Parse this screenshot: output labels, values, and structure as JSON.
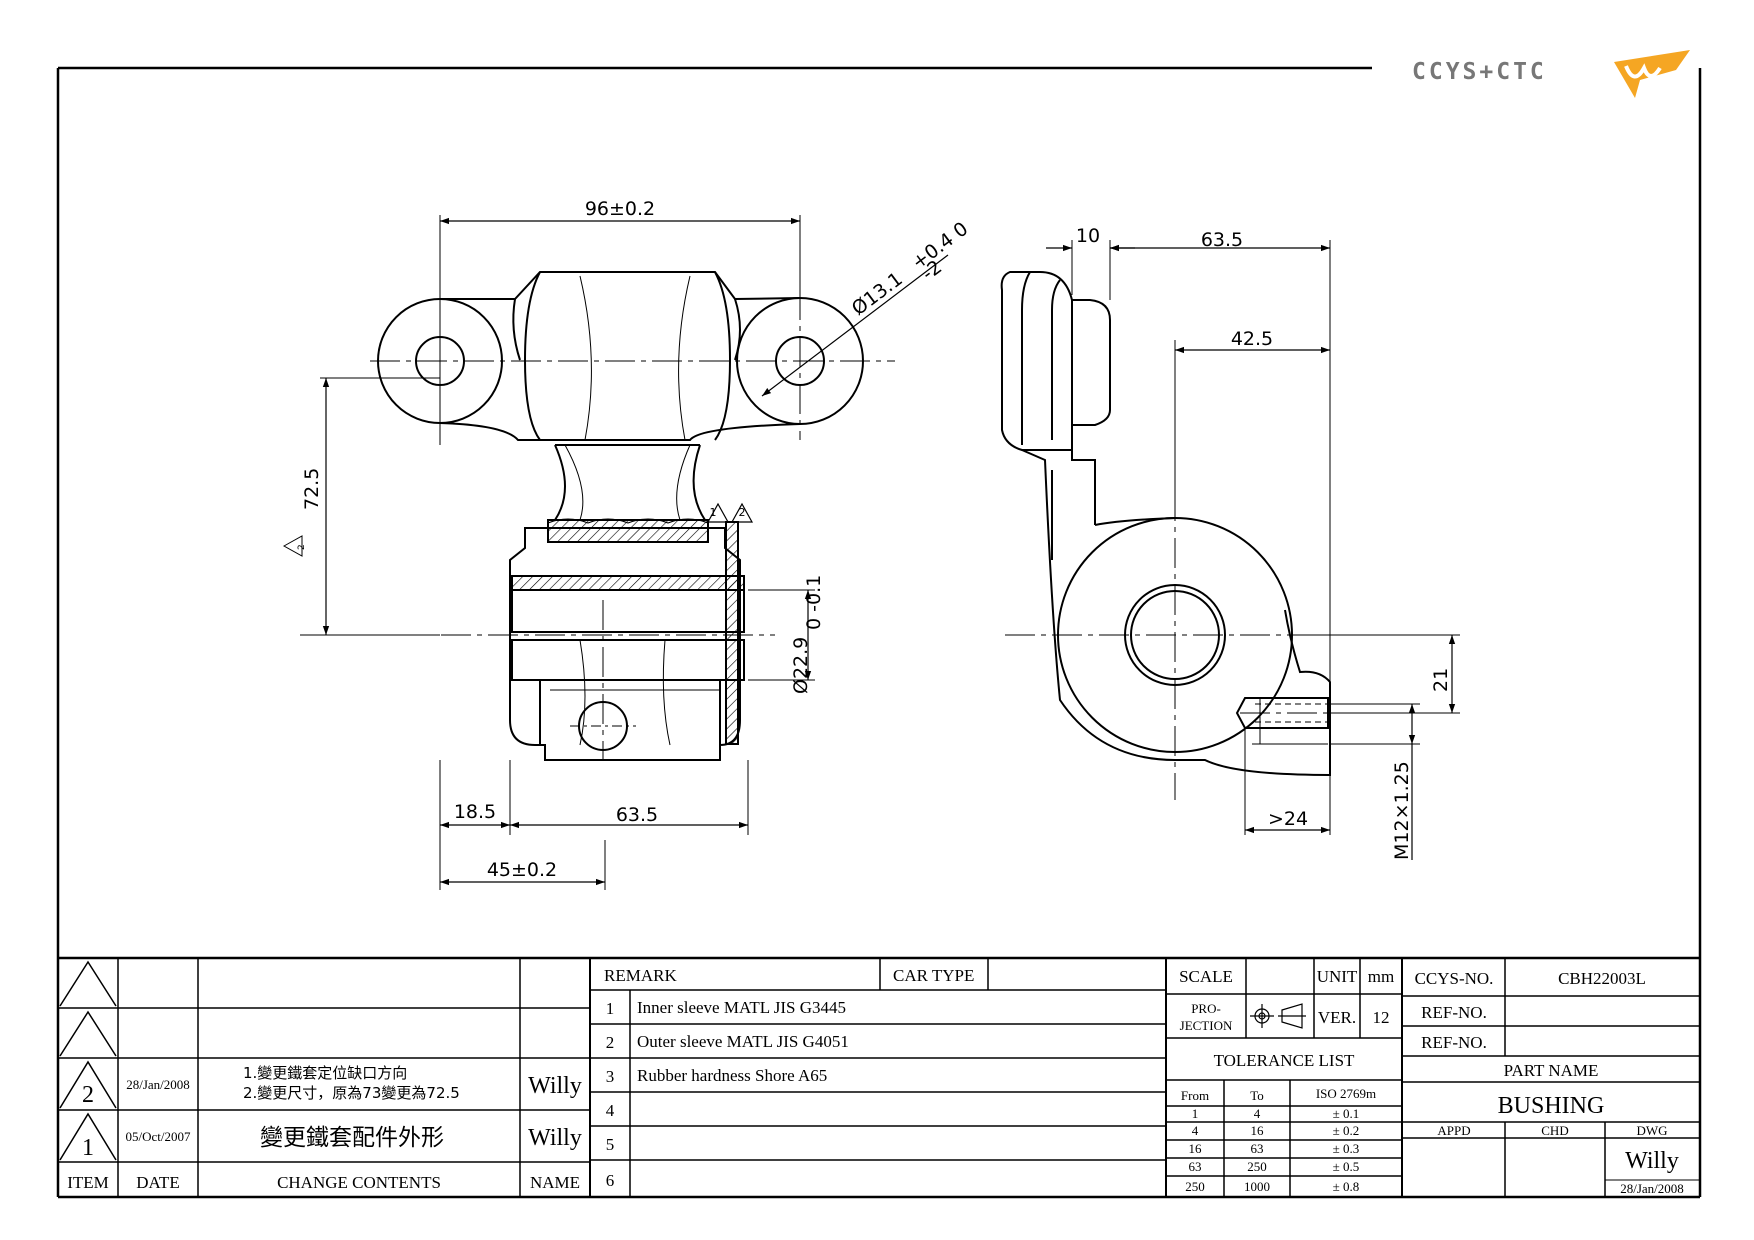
{
  "logo": {
    "text": "CCYS+CTC",
    "accent": "#f5a623"
  },
  "dims": {
    "d_96": "96±0.2",
    "d_hole": "Ø13.1",
    "d_hole_tol": "+0.4 0",
    "d_hole_qty": "-2",
    "d_72_5": "72.5",
    "d_72_5_rev": "2",
    "d_22_9": "Ø22.9",
    "d_22_9_tol": "0 -0.1",
    "d_18_5": "18.5",
    "d_63_5_front": "63.5",
    "d_45": "45±0.2",
    "d_10": "10",
    "d_63_5_side": "63.5",
    "d_42_5": "42.5",
    "d_21": "21",
    "d_24": ">24",
    "d_m12": "M12×1.25",
    "rev_marks": [
      "1",
      "2"
    ]
  },
  "revisions": {
    "headers": {
      "item": "ITEM",
      "date": "DATE",
      "contents": "CHANGE CONTENTS",
      "name": "NAME"
    },
    "rows": [
      {
        "item": "",
        "date": "",
        "contents": "",
        "name": ""
      },
      {
        "item": "",
        "date": "",
        "contents": "",
        "name": ""
      },
      {
        "item": "2",
        "date": "28/Jan/2008",
        "line1": "1.變更鐵套定位缺口方向",
        "line2": "2.變更尺寸，原為73變更為72.5",
        "name": "Willy"
      },
      {
        "item": "1",
        "date": "05/Oct/2007",
        "contents": "變更鐵套配件外形",
        "name": "Willy"
      }
    ]
  },
  "remarks": {
    "label": "REMARK",
    "car_type_label": "CAR TYPE",
    "car_type": "",
    "rows": [
      {
        "no": "1",
        "text": "Inner sleeve MATL JIS G3445"
      },
      {
        "no": "2",
        "text": "Outer sleeve MATL JIS G4051"
      },
      {
        "no": "3",
        "text": "Rubber hardness Shore A65"
      },
      {
        "no": "4",
        "text": ""
      },
      {
        "no": "5",
        "text": ""
      },
      {
        "no": "6",
        "text": ""
      }
    ]
  },
  "info": {
    "scale_label": "SCALE",
    "scale": "",
    "unit_label": "UNIT",
    "unit": "mm",
    "projection_label1": "PRO-",
    "projection_label2": "JECTION",
    "ver_label": "VER.",
    "ver": "12",
    "tolerance_title": "TOLERANCE LIST",
    "tolerance_headers": [
      "From",
      "To",
      "ISO 2769m"
    ],
    "tolerance_rows": [
      [
        "1",
        "4",
        "± 0.1"
      ],
      [
        "4",
        "16",
        "± 0.2"
      ],
      [
        "16",
        "63",
        "± 0.3"
      ],
      [
        "63",
        "250",
        "± 0.5"
      ],
      [
        "250",
        "1000",
        "± 0.8"
      ]
    ]
  },
  "part": {
    "ccys_no_label": "CCYS-NO.",
    "ccys_no": "CBH22003L",
    "ref_no_label": "REF-NO.",
    "ref_no_1": "",
    "ref_no_2": "",
    "part_name_label": "PART NAME",
    "part_name": "BUSHING",
    "appd_label": "APPD",
    "chd_label": "CHD",
    "dwg_label": "DWG",
    "dwg_name": "Willy",
    "dwg_date": "28/Jan/2008"
  }
}
